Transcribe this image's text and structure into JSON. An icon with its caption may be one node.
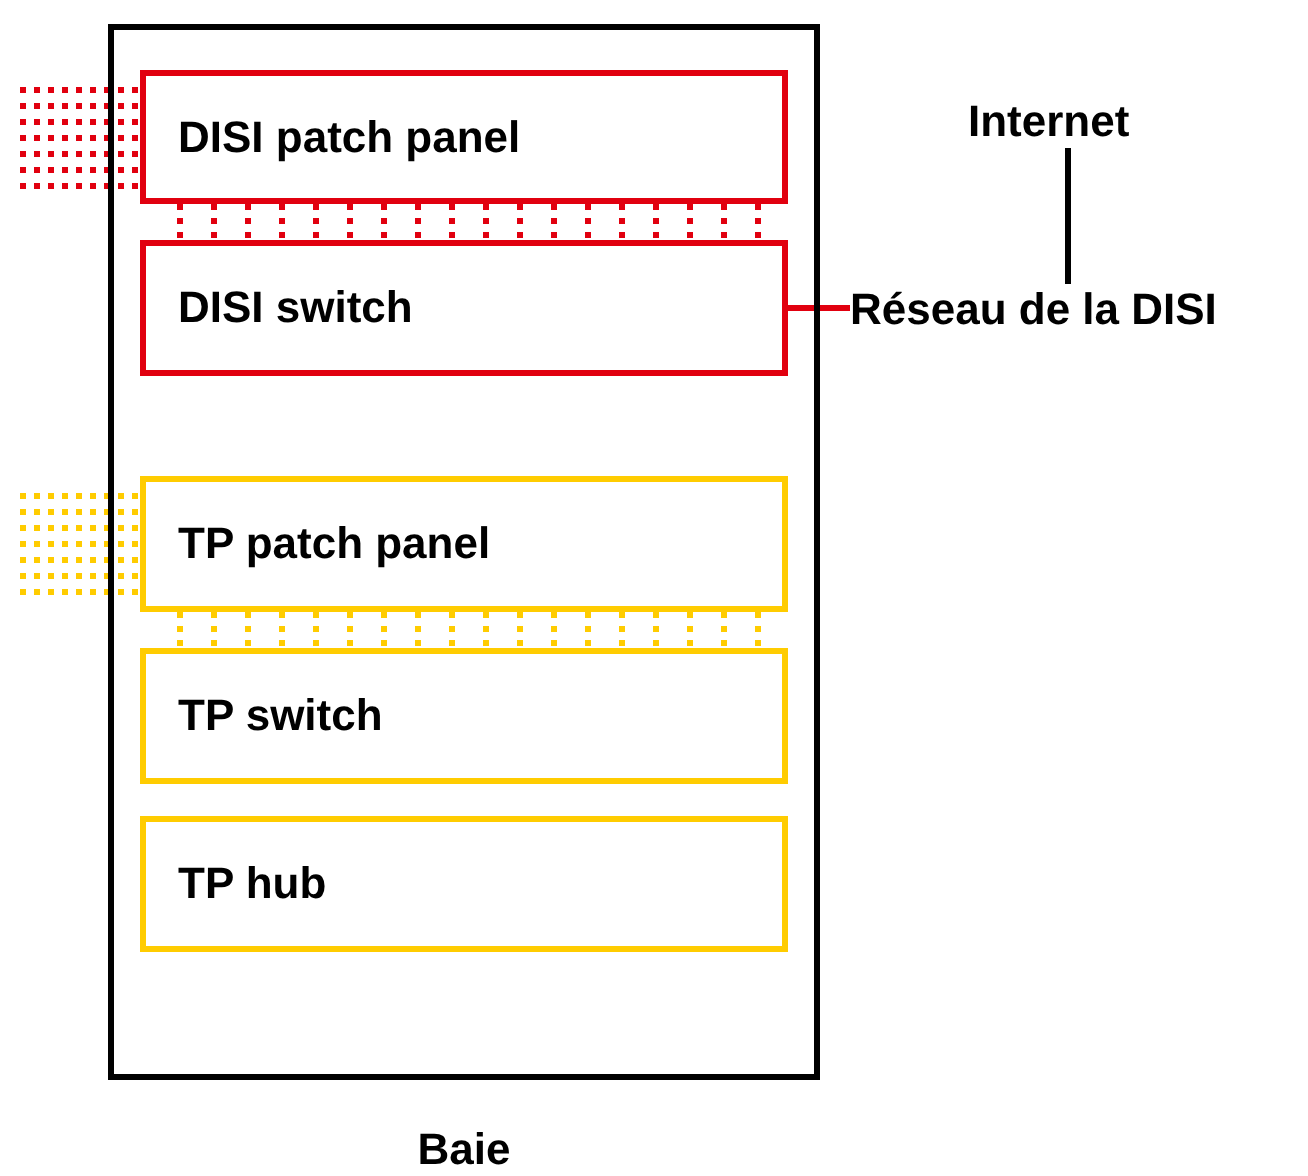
{
  "diagram": {
    "nodes": [
      {
        "text": [
          "Baie"
        ]
      },
      {
        "text": [
          "DISI patch panel"
        ],
        "in": 0
      },
      {
        "text": [
          "DISI switch"
        ],
        "in": 0
      },
      {
        "text": [
          "TP patch panel"
        ],
        "in": 0
      },
      {
        "text": [
          "TP switch"
        ],
        "in": 0
      },
      {
        "text": [
          "TP hub"
        ],
        "in": 0
      },
      {
        "text": [
          "Internet"
        ]
      },
      {
        "text": [
          "Réseau de la DISI"
        ]
      }
    ],
    "edges": [
      {
        "from": null,
        "to": 1,
        "arrow": "none",
        "style": "dashed",
        "color": "#e1000f"
      },
      {
        "from": 1,
        "to": 2,
        "arrow": "none",
        "style": "dashed",
        "color": "#e1000f"
      },
      {
        "from": 2,
        "to": 7,
        "arrow": "none",
        "color": "#e1000f"
      },
      {
        "from": 7,
        "to": 6,
        "arrow": "none",
        "color": "#000000"
      },
      {
        "from": null,
        "to": 3,
        "arrow": "none",
        "style": "dashed",
        "color": "#ffcc00"
      },
      {
        "from": 3,
        "to": 4,
        "arrow": "none",
        "style": "dashed",
        "color": "#ffcc00"
      }
    ]
  }
}
